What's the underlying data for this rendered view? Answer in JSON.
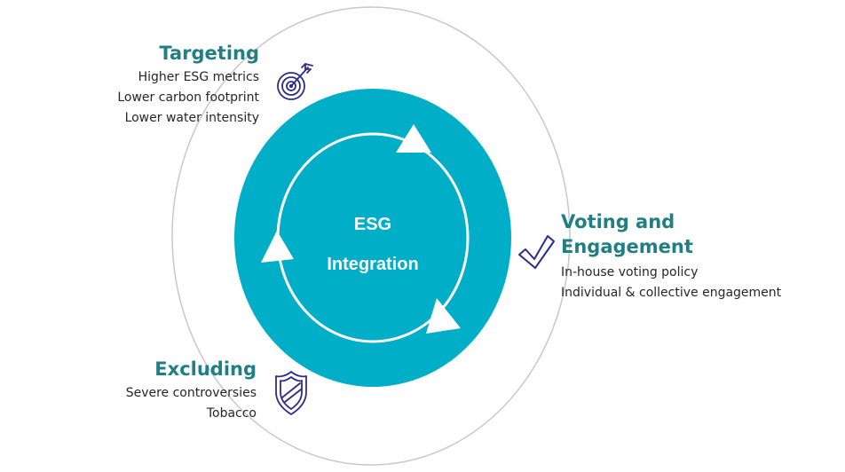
{
  "center": {
    "line1": "ESG",
    "line2": "Integration"
  },
  "sections": {
    "targeting": {
      "title": "Targeting",
      "icon": "target-icon",
      "items": [
        "Higher ESG metrics",
        "Lower carbon footprint",
        "Lower water intensity"
      ]
    },
    "voting": {
      "title_line1": "Voting and",
      "title_line2": "Engagement",
      "icon": "checkmark-icon",
      "items": [
        "In-house voting policy",
        "Individual & collective engagement"
      ]
    },
    "excluding": {
      "title": "Excluding",
      "icon": "shield-icon",
      "items": [
        "Severe controversies",
        "Tobacco"
      ]
    }
  },
  "colors": {
    "core": "#00aec7",
    "title": "#1f7f84",
    "icon": "#2e2b8c",
    "outer_ring": "#c8c8c8",
    "text": "#262626"
  }
}
